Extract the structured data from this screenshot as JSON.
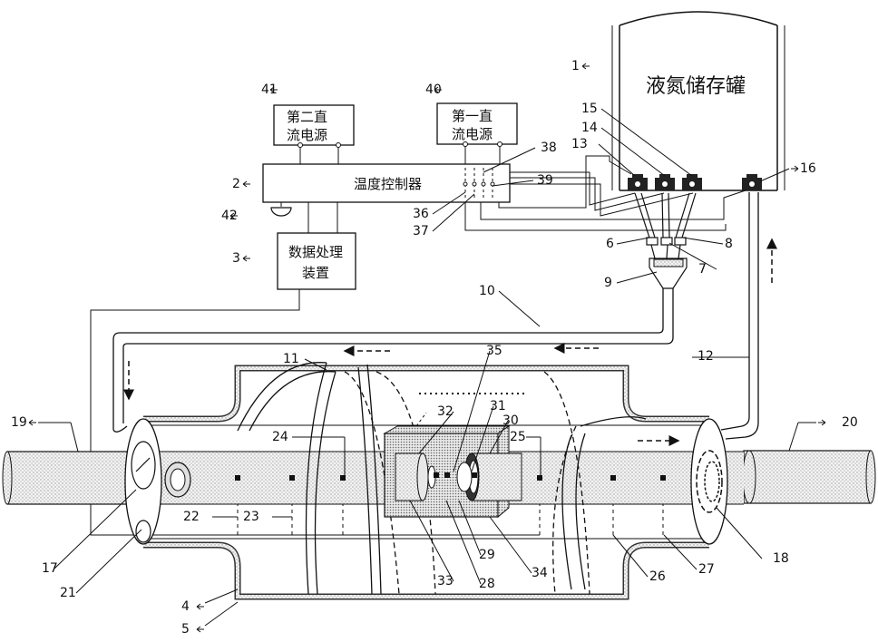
{
  "title": "",
  "boxes": {
    "tank": "液氮储存罐",
    "controller": "温度控制器",
    "data_processor_line1": "数据处理",
    "data_processor_line2": "装置",
    "psu2_line1": "第二直",
    "psu2_line2": "流电源",
    "psu1_line1": "第一直",
    "psu1_line2": "流电源"
  },
  "callouts": {
    "n1": "1",
    "n2": "2",
    "n3": "3",
    "n4": "4",
    "n5": "5",
    "n6": "6",
    "n7": "7",
    "n8": "8",
    "n9": "9",
    "n10": "10",
    "n11": "11",
    "n12": "12",
    "n13": "13",
    "n14": "14",
    "n15": "15",
    "n16": "16",
    "n17": "17",
    "n18": "18",
    "n19": "19",
    "n20": "20",
    "n21": "21",
    "n22": "22",
    "n23": "23",
    "n24": "24",
    "n25": "25",
    "n26": "26",
    "n27": "27",
    "n28": "28",
    "n29": "29",
    "n30": "30",
    "n31": "31",
    "n32": "32",
    "n33": "33",
    "n34": "34",
    "n35": "35",
    "n36": "36",
    "n37": "37",
    "n38": "38",
    "n39": "39",
    "n40": "40",
    "n41": "41",
    "n42": "42"
  },
  "colors": {
    "line": "#111111",
    "insulation": "#333333",
    "dots": "#d9d9d9"
  }
}
